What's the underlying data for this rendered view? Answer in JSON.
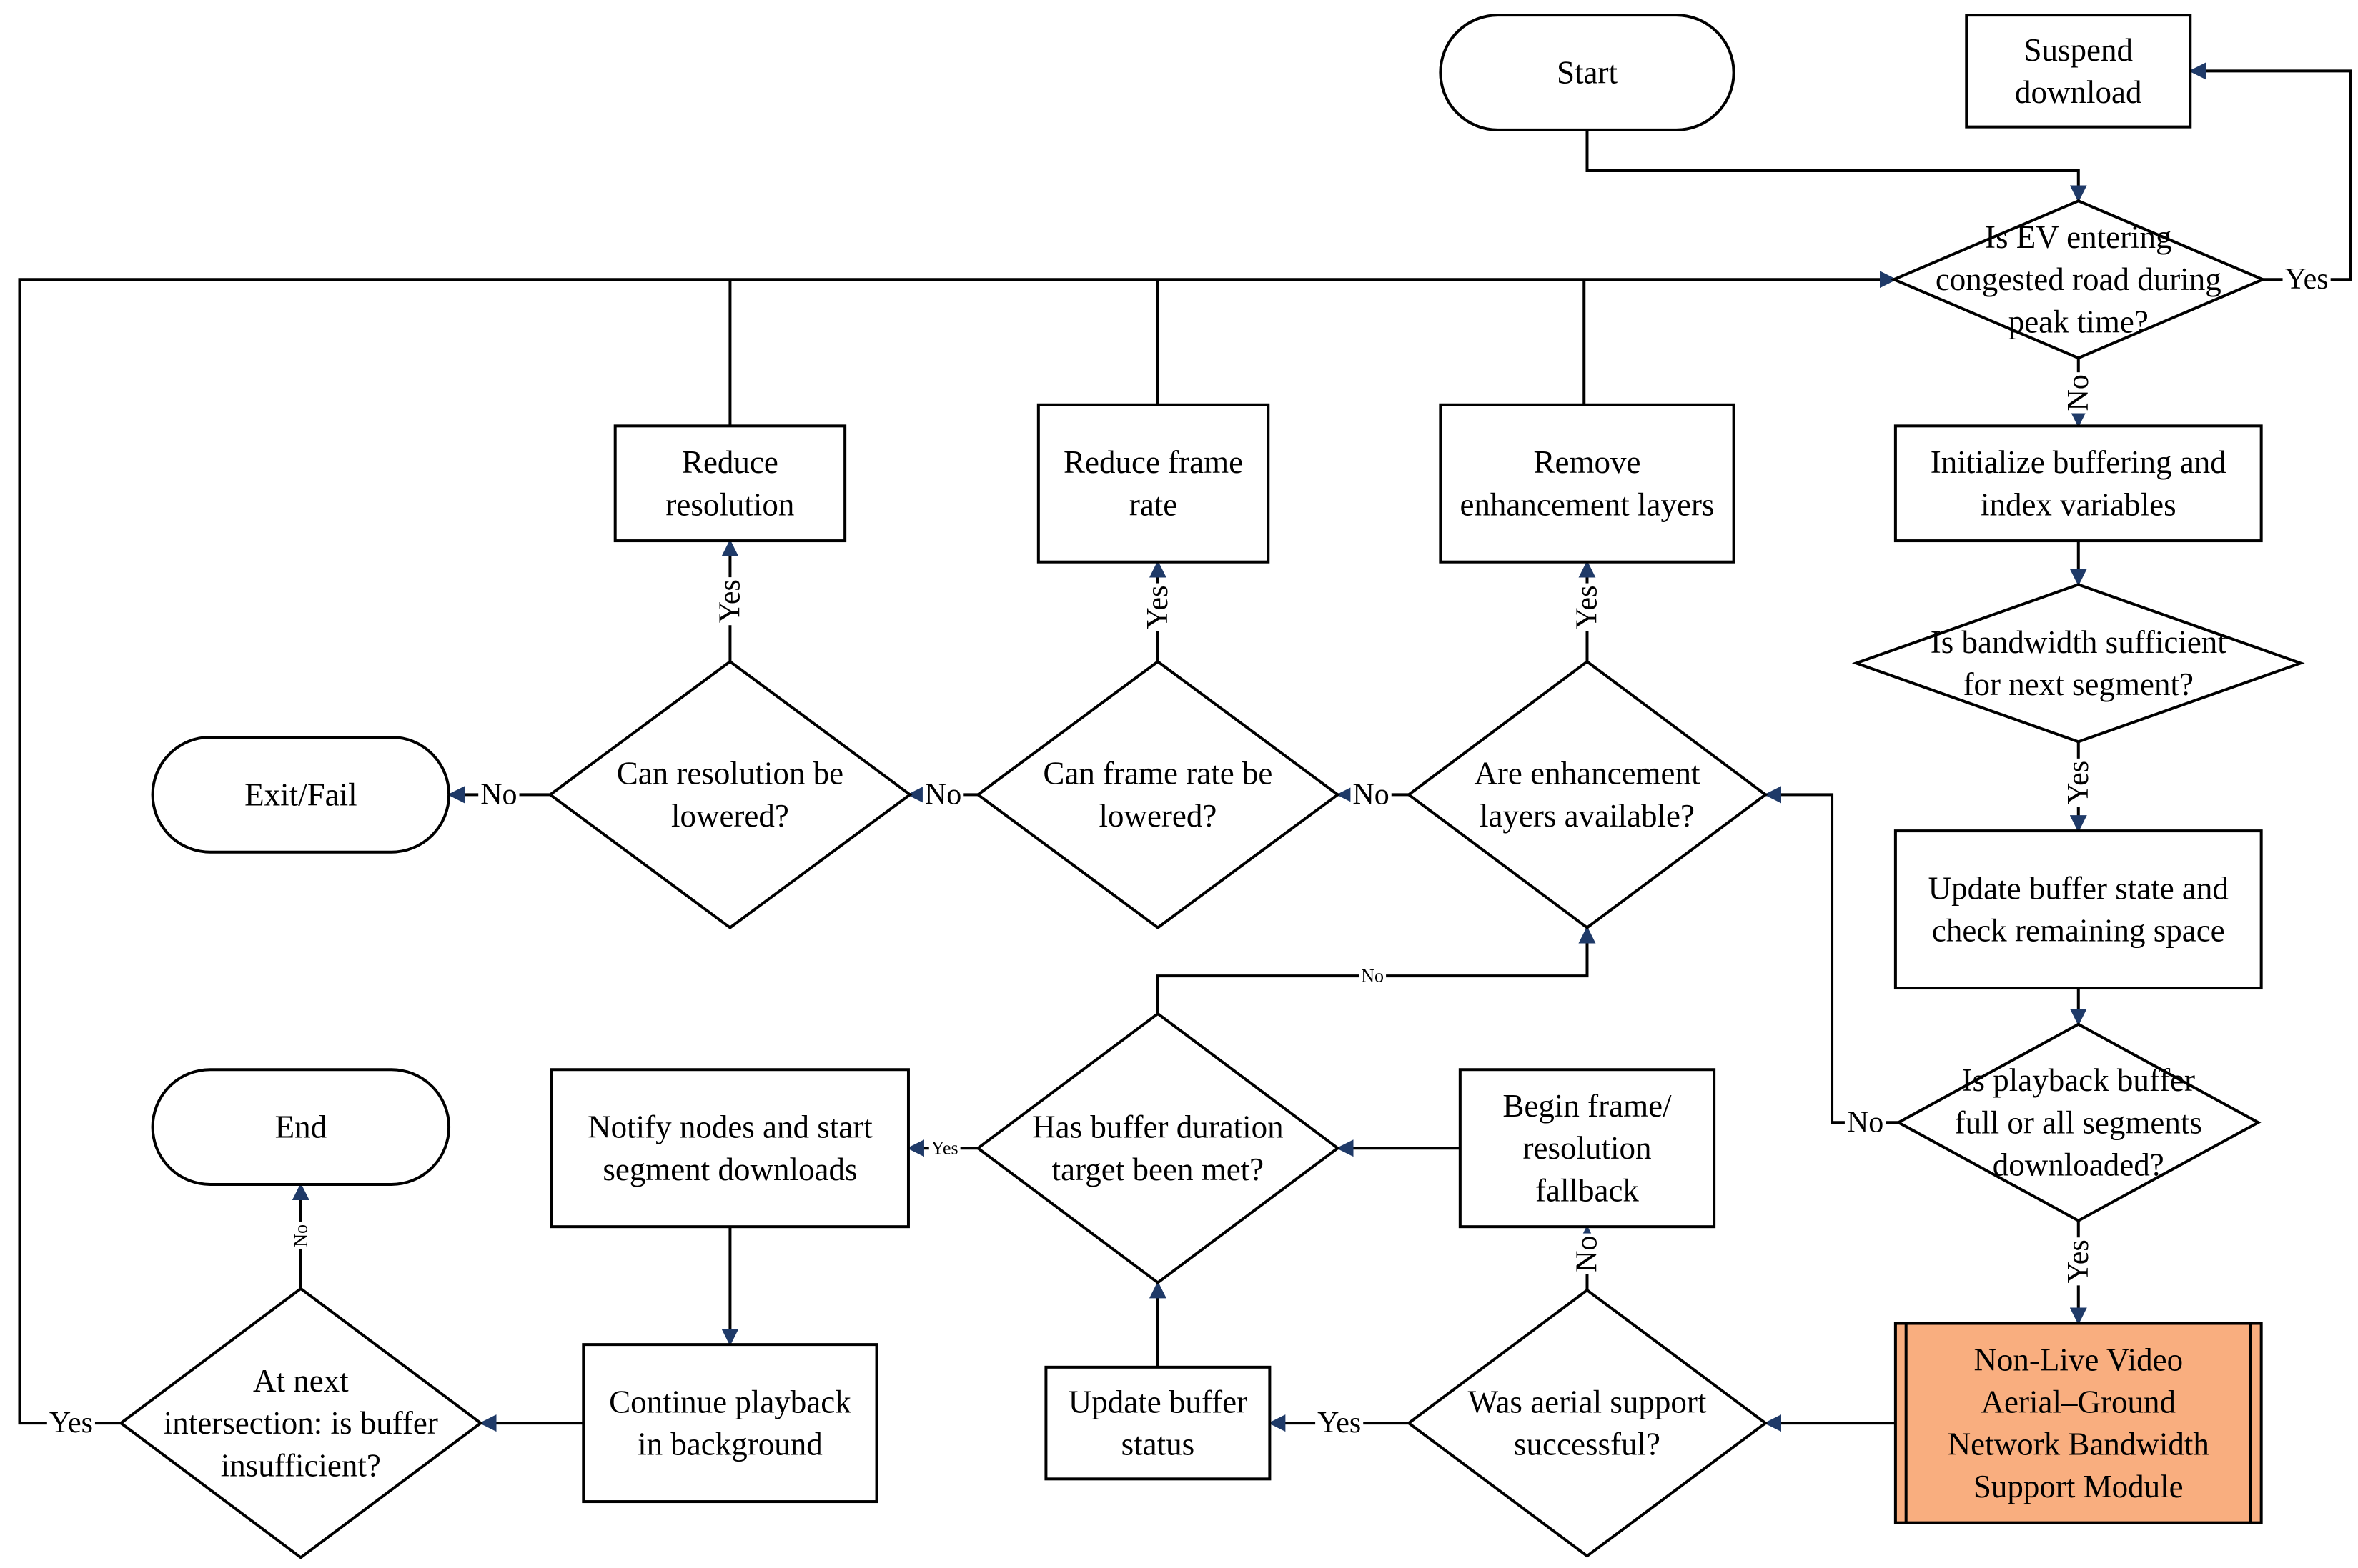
{
  "diagram": {
    "type": "flowchart",
    "accent_color": "#f9ae7f",
    "arrow_color": "#1f3a68",
    "nodes": {
      "start": {
        "lines": [
          "Start"
        ]
      },
      "suspend": {
        "lines": [
          "Suspend",
          "download"
        ]
      },
      "ev_congested": {
        "lines": [
          "Is EV entering",
          "congested road during",
          "peak time?"
        ]
      },
      "init_buffer": {
        "lines": [
          "Initialize buffering and",
          "index variables"
        ]
      },
      "bandwidth_sufficient": {
        "lines": [
          "Is bandwidth sufficient",
          "for next segment?"
        ]
      },
      "update_buffer_state": {
        "lines": [
          "Update buffer state and",
          "check remaining space"
        ]
      },
      "playback_full": {
        "lines": [
          "Is playback buffer",
          "full or all segments",
          "downloaded?"
        ]
      },
      "support_module": {
        "lines": [
          "Non-Live Video",
          "Aerial–Ground",
          "Network Bandwidth",
          "Support Module"
        ]
      },
      "aerial_success": {
        "lines": [
          "Was aerial support",
          "successful?"
        ]
      },
      "begin_fallback": {
        "lines": [
          "Begin frame/",
          "resolution",
          "fallback"
        ]
      },
      "update_buffer_status": {
        "lines": [
          "Update buffer",
          "status"
        ]
      },
      "buffer_target": {
        "lines": [
          "Has buffer duration",
          "target been met?"
        ]
      },
      "notify_nodes": {
        "lines": [
          "Notify nodes and start",
          "segment downloads"
        ]
      },
      "continue_playback": {
        "lines": [
          "Continue playback",
          "in background"
        ]
      },
      "next_intersection": {
        "lines": [
          "At next",
          "intersection: is buffer",
          "insufficient?"
        ]
      },
      "end": {
        "lines": [
          "End"
        ]
      },
      "enhancement_available": {
        "lines": [
          "Are enhancement",
          "layers available?"
        ]
      },
      "remove_enhancement": {
        "lines": [
          "Remove",
          "enhancement layers"
        ]
      },
      "frame_rate_lowered": {
        "lines": [
          "Can frame rate be",
          "lowered?"
        ]
      },
      "reduce_frame_rate": {
        "lines": [
          "Reduce frame",
          "rate"
        ]
      },
      "resolution_lowered": {
        "lines": [
          "Can resolution be",
          "lowered?"
        ]
      },
      "reduce_resolution": {
        "lines": [
          "Reduce",
          "resolution"
        ]
      },
      "exit_fail": {
        "lines": [
          "Exit/Fail"
        ]
      }
    },
    "edge_labels": {
      "ev_yes": "Yes",
      "ev_no": "No",
      "bandwidth_yes": "Yes",
      "playback_yes": "Yes",
      "playback_no": "No",
      "aerial_yes": "Yes",
      "aerial_no": "No",
      "target_yes": "Yes",
      "target_no": "No",
      "intersection_yes": "Yes",
      "intersection_no": "No",
      "enhancement_yes": "Yes",
      "enhancement_no": "No",
      "frame_rate_yes": "Yes",
      "frame_rate_no": "No",
      "resolution_yes": "Yes",
      "resolution_no": "No"
    }
  }
}
